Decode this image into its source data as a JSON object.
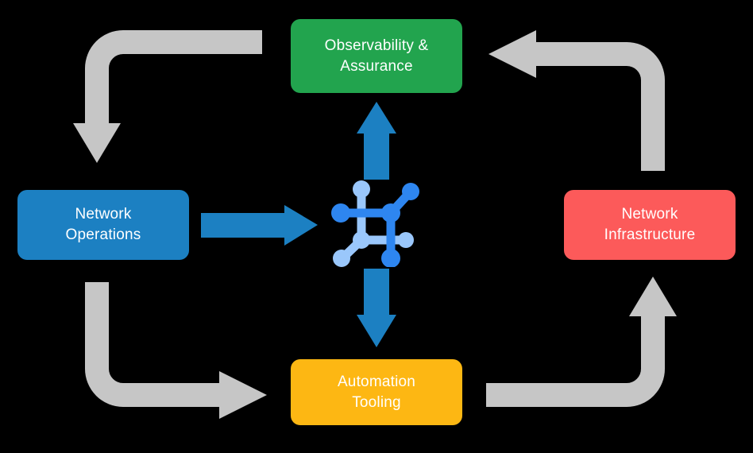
{
  "diagram": {
    "type": "cycle-diagram",
    "title": "",
    "background_color": "#000000",
    "nodes": [
      {
        "id": "observability",
        "label": "Observability &\nAssurance",
        "color": "#22A44E",
        "text_color": "#FFFFFF",
        "position": "top"
      },
      {
        "id": "network-operations",
        "label": "Network\nOperations",
        "color": "#1C80C2",
        "text_color": "#FFFFFF",
        "position": "left"
      },
      {
        "id": "network-infrastructure",
        "label": "Network\nInfrastructure",
        "color": "#FC5A5A",
        "text_color": "#FFFFFF",
        "position": "right"
      },
      {
        "id": "automation-tooling",
        "label": "Automation\nTooling",
        "color": "#FDB713",
        "text_color": "#FFFFFF",
        "position": "bottom"
      }
    ],
    "center": {
      "icon": "network-topology-icon",
      "colors": {
        "primary": "#2E86F0",
        "secondary": "#9AC7FB"
      }
    },
    "connectors": {
      "blue_color": "#1C80C2",
      "gray_color": "#C6C6C6",
      "blue_arrows": [
        {
          "id": "center-to-observability",
          "from": "center",
          "to": "observability",
          "direction": "up"
        },
        {
          "id": "network-operations-to-center",
          "from": "network-operations",
          "to": "center",
          "direction": "right"
        },
        {
          "id": "center-to-automation-tooling",
          "from": "center",
          "to": "automation-tooling",
          "direction": "down"
        }
      ],
      "gray_arrows": [
        {
          "id": "observability-to-network-operations",
          "from": "observability",
          "to": "network-operations",
          "direction": "down"
        },
        {
          "id": "network-operations-to-automation-tooling",
          "from": "network-operations",
          "to": "automation-tooling",
          "direction": "right"
        },
        {
          "id": "automation-tooling-to-network-infrastructure",
          "from": "automation-tooling",
          "to": "network-infrastructure",
          "direction": "up"
        },
        {
          "id": "network-infrastructure-to-observability",
          "from": "network-infrastructure",
          "to": "observability",
          "direction": "left"
        }
      ]
    }
  }
}
